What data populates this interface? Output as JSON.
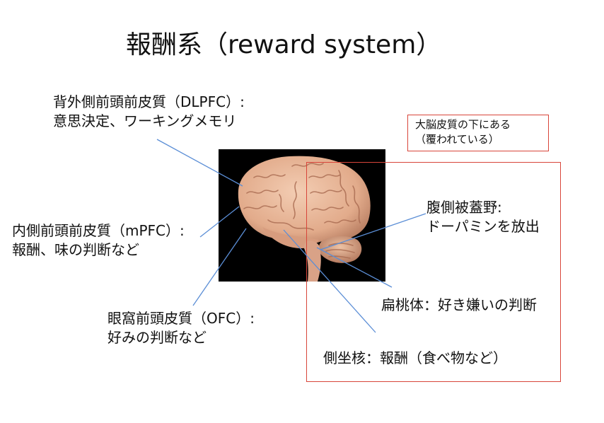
{
  "slide": {
    "title": "報酬系（reward system）"
  },
  "labels": {
    "dlpfc": {
      "line1": "背外側前頭前皮質（DLPFC）:",
      "line2": "意思決定、ワーキングメモリ"
    },
    "mpfc": {
      "line1": "内側前頭前皮質（mPFC）:",
      "line2": "報酬、味の判断など"
    },
    "ofc": {
      "line1": "眼窩前頭皮質（OFC）:",
      "line2": "好みの判断など"
    },
    "vta": {
      "line1": "腹側被蓋野:",
      "line2": "ドーパミンを放出"
    },
    "amygdala": {
      "text": "扁桃体：好き嫌いの判断"
    },
    "nac": {
      "text": "側坐核：報酬（食べ物など）"
    }
  },
  "note": {
    "line1": "大脳皮質の下にある",
    "line2": "（覆われている）"
  },
  "colors": {
    "leader_line": "#5b8ed6",
    "box_border": "#d8453a",
    "photo_background": "#000000",
    "brain": "#e8b89a"
  }
}
